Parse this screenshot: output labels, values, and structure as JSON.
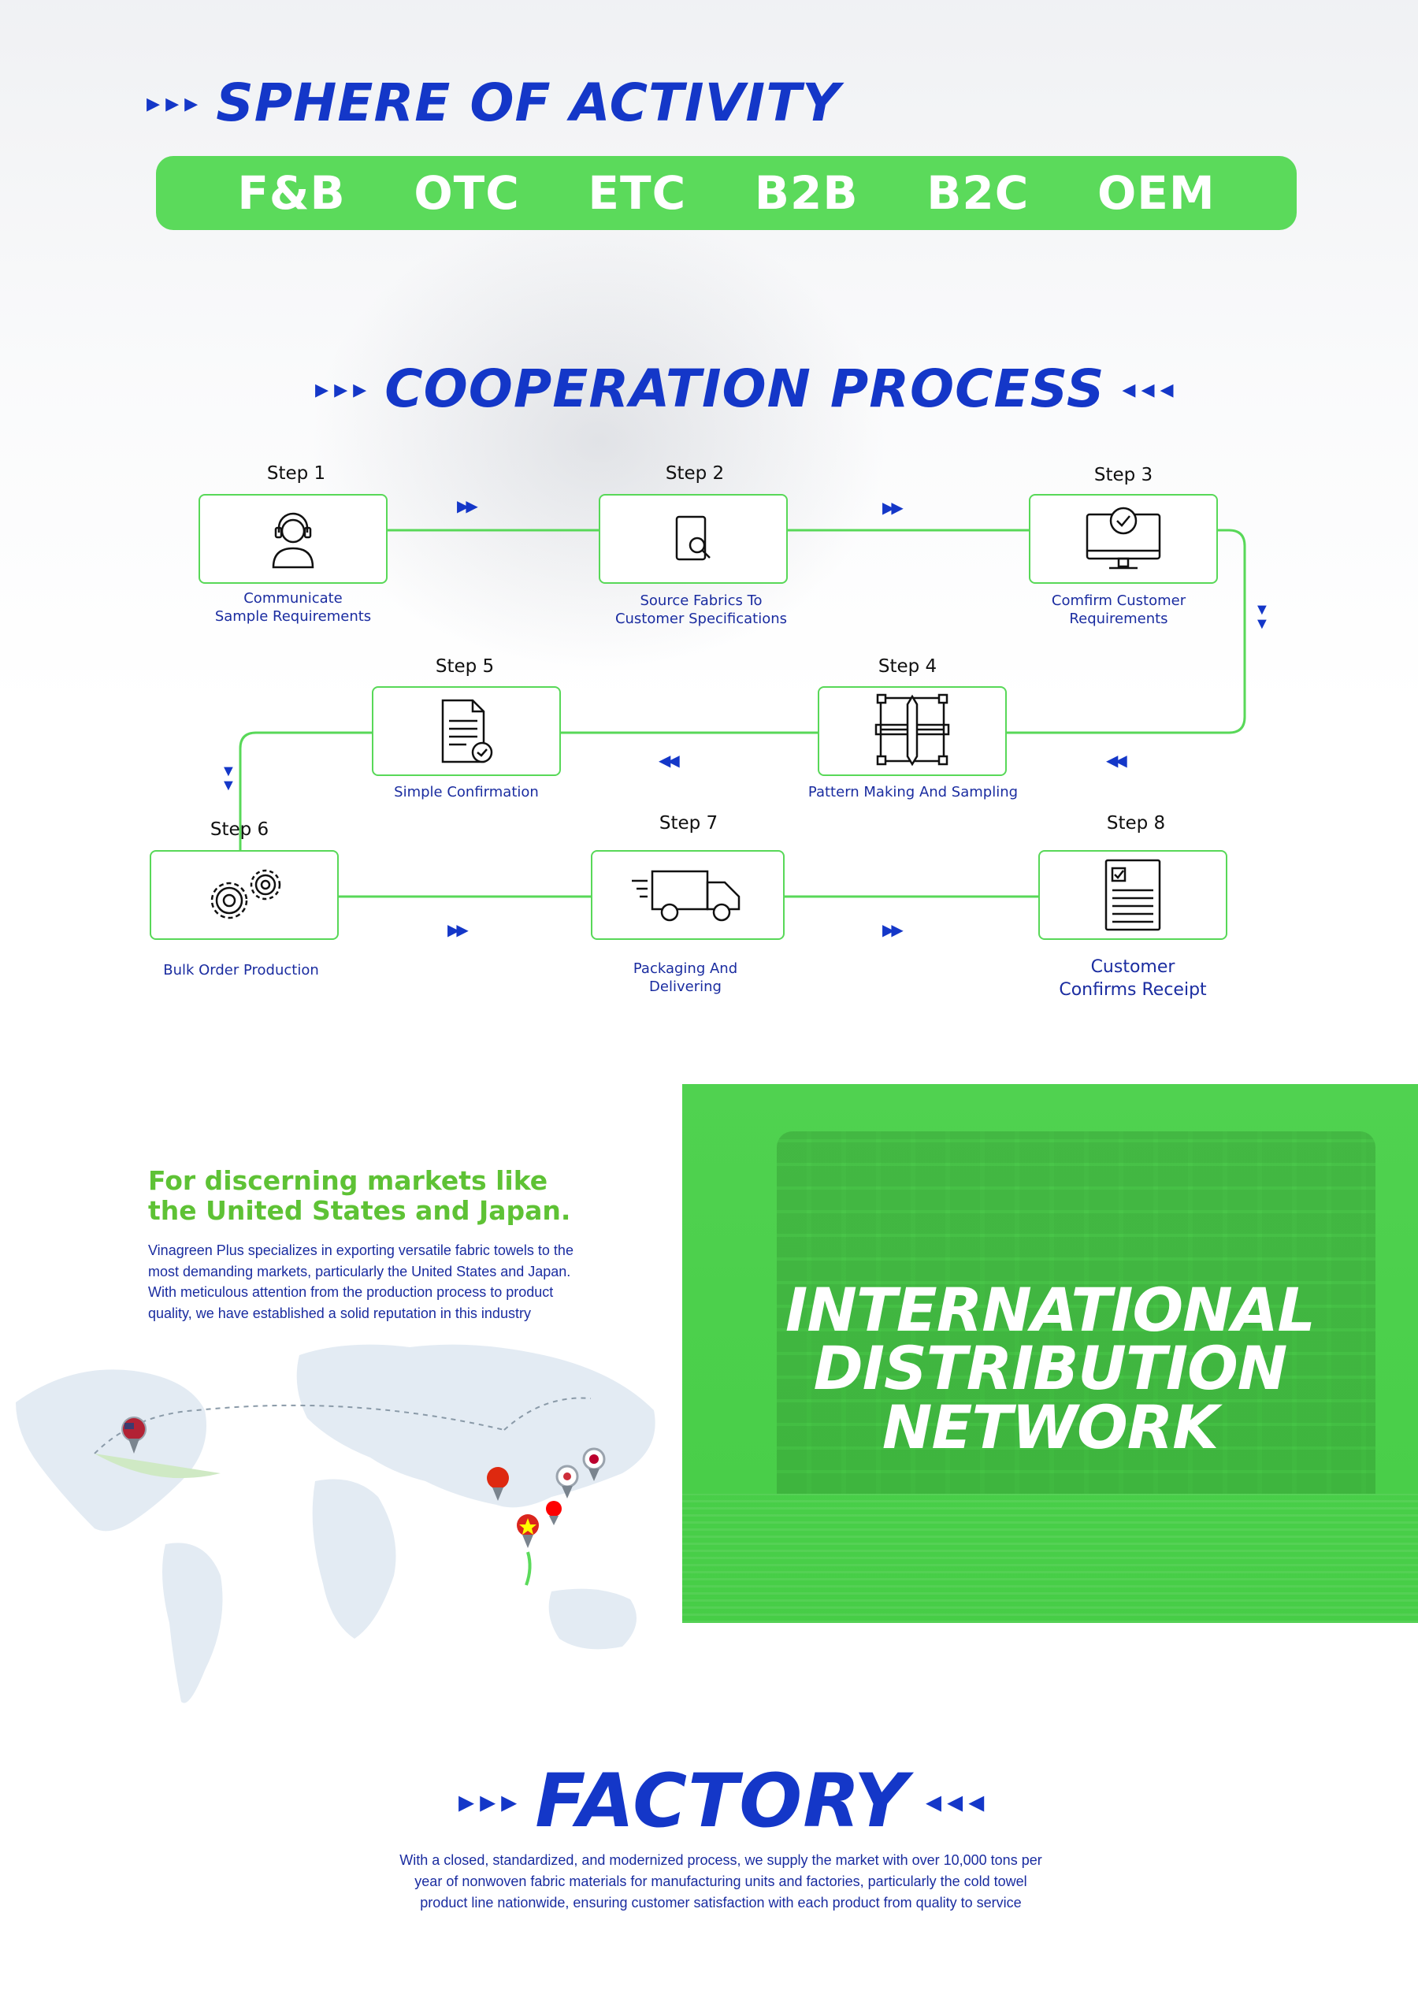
{
  "sphere": {
    "title": "SPHERE OF ACTIVITY",
    "items": [
      "F&B",
      "OTC",
      "ETC",
      "B2B",
      "B2C",
      "OEM"
    ]
  },
  "cooperation": {
    "title": "COOPERATION PROCESS",
    "steps": [
      {
        "title": "Step 1",
        "label": "Communicate\nSample Requirements",
        "icon": "headset-person-icon"
      },
      {
        "title": "Step 2",
        "label": "Source Fabrics To\nCustomer Specifications",
        "icon": "document-search-icon"
      },
      {
        "title": "Step 3",
        "label": "Comfirm Customer\nRequirements",
        "icon": "monitor-check-icon"
      },
      {
        "title": "Step 4",
        "label": "Pattern Making And Sampling",
        "icon": "design-tools-icon"
      },
      {
        "title": "Step 5",
        "label": "Simple Confirmation",
        "icon": "document-check-icon"
      },
      {
        "title": "Step 6",
        "label": "Bulk Order Production",
        "icon": "gears-icon"
      },
      {
        "title": "Step 7",
        "label": "Packaging And\nDelivering",
        "icon": "delivery-truck-icon"
      },
      {
        "title": "Step 8",
        "label": "Customer\nConfirms Receipt",
        "icon": "checklist-clipboard-icon"
      }
    ]
  },
  "markets": {
    "title": "For discerning markets like the United States and Japan.",
    "text": "Vinagreen Plus specializes in exporting versatile fabric towels to the most demanding markets, particularly the United States and Japan. With meticulous attention from the production process to product quality, we have established a solid reputation in this industry"
  },
  "distribution": {
    "title_line1": "INTERNATIONAL",
    "title_line2": "DISTRIBUTION",
    "title_line3": "NETWORK"
  },
  "factory": {
    "title": "FACTORY",
    "text": "With a closed, standardized, and modernized process, we supply the market with over 10,000 tons per year of nonwoven fabric materials for manufacturing units and factories, particularly the cold towel product line nationwide, ensuring customer satisfaction with each product from quality to service"
  },
  "colors": {
    "brand_blue": "#1437c8",
    "brand_green": "#5bda5b",
    "text_blue": "#1a2ca0",
    "markets_green": "#5ec235"
  }
}
